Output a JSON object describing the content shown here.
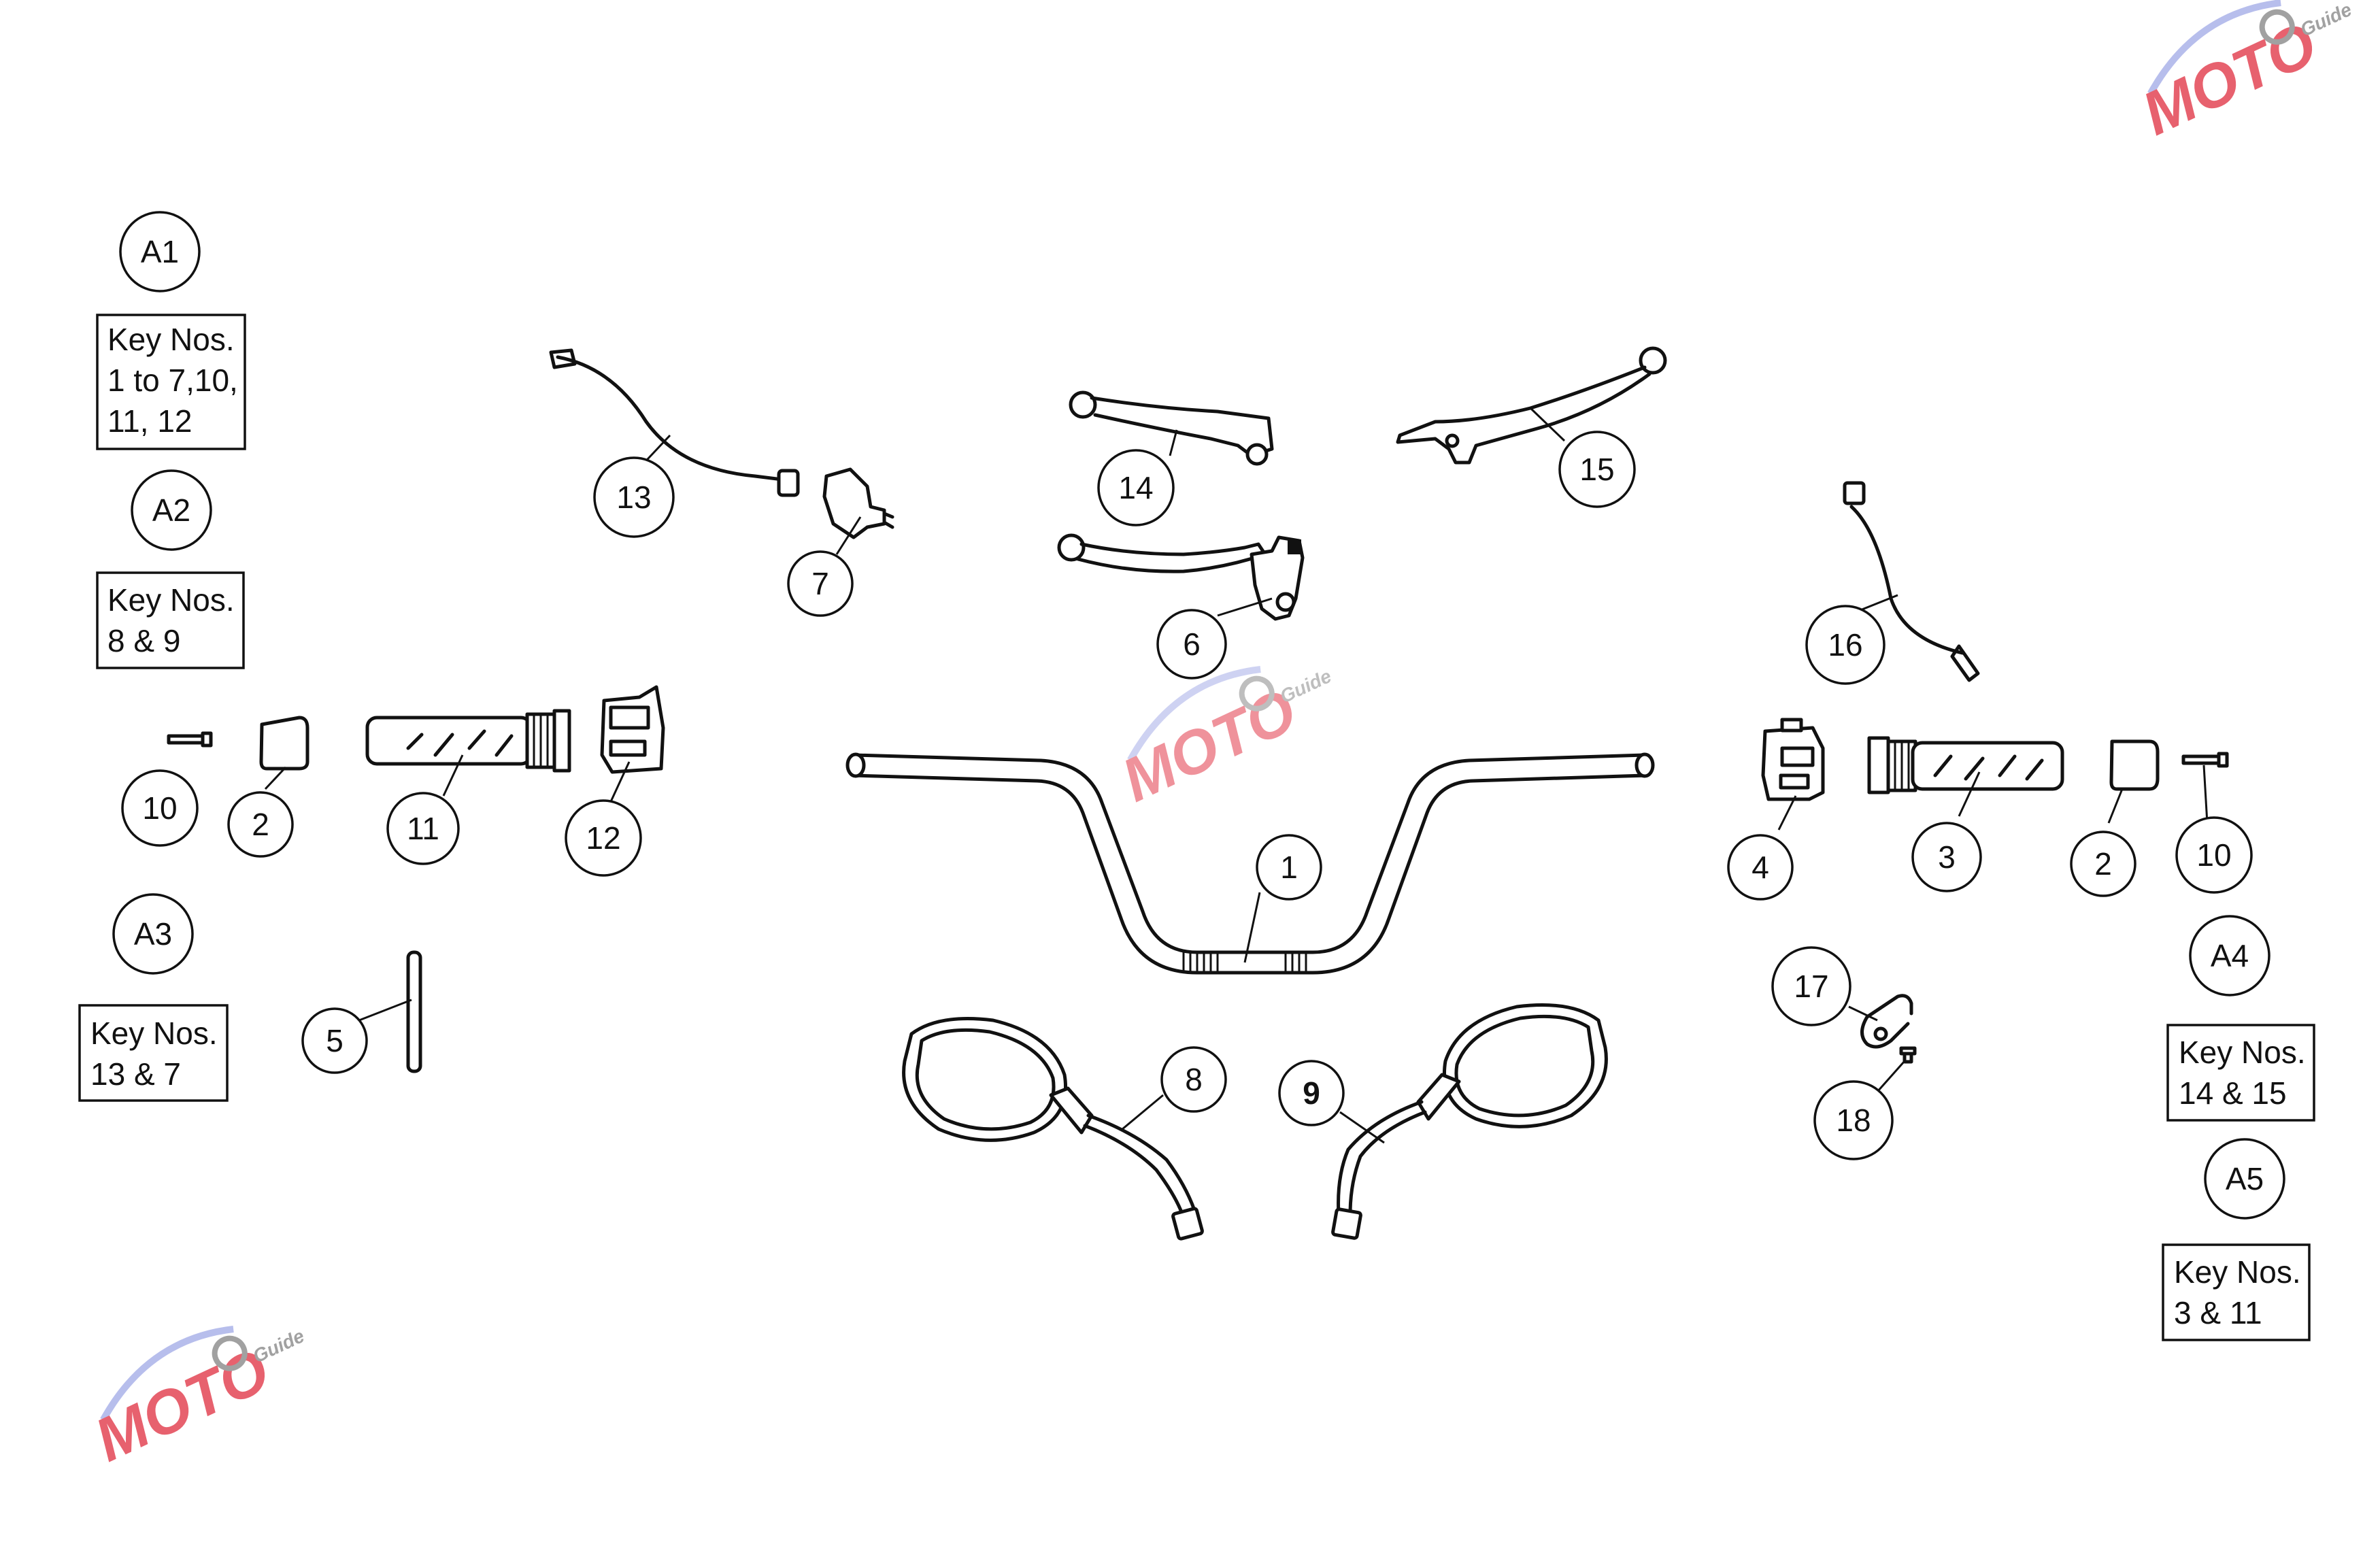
{
  "callouts": [
    {
      "label": "A1"
    },
    {
      "label": "A2"
    },
    {
      "label": "A3"
    },
    {
      "label": "A4"
    },
    {
      "label": "A5"
    },
    {
      "label": "1"
    },
    {
      "label": "2"
    },
    {
      "label": "2"
    },
    {
      "label": "3"
    },
    {
      "label": "4"
    },
    {
      "label": "5"
    },
    {
      "label": "6"
    },
    {
      "label": "7"
    },
    {
      "label": "8"
    },
    {
      "label": "9"
    },
    {
      "label": "10"
    },
    {
      "label": "10"
    },
    {
      "label": "11"
    },
    {
      "label": "12"
    },
    {
      "label": "13"
    },
    {
      "label": "14"
    },
    {
      "label": "15"
    },
    {
      "label": "16"
    },
    {
      "label": "17"
    },
    {
      "label": "18"
    }
  ],
  "key_boxes": [
    {
      "group": "A1",
      "lines": [
        "Key Nos.",
        "1 to 7,10,",
        "11, 12"
      ]
    },
    {
      "group": "A2",
      "lines": [
        "Key Nos.",
        "8 & 9"
      ]
    },
    {
      "group": "A3",
      "lines": [
        "Key Nos.",
        "13 & 7"
      ]
    },
    {
      "group": "A4",
      "lines": [
        "Key Nos.",
        "14 & 15"
      ]
    },
    {
      "group": "A5",
      "lines": [
        "Key Nos.",
        "3 & 11"
      ]
    }
  ],
  "watermark": {
    "text_main": "MOTO",
    "text_sub": "Guide",
    "color_main": "#e23a4a",
    "color_swoosh": "#6b78d8",
    "color_gear": "#8a8a8a"
  },
  "icons": [
    "handlebar-icon",
    "grip-icon",
    "switch-housing-icon",
    "lever-icon",
    "mirror-icon",
    "cable-icon",
    "bolt-icon",
    "clamp-icon"
  ]
}
